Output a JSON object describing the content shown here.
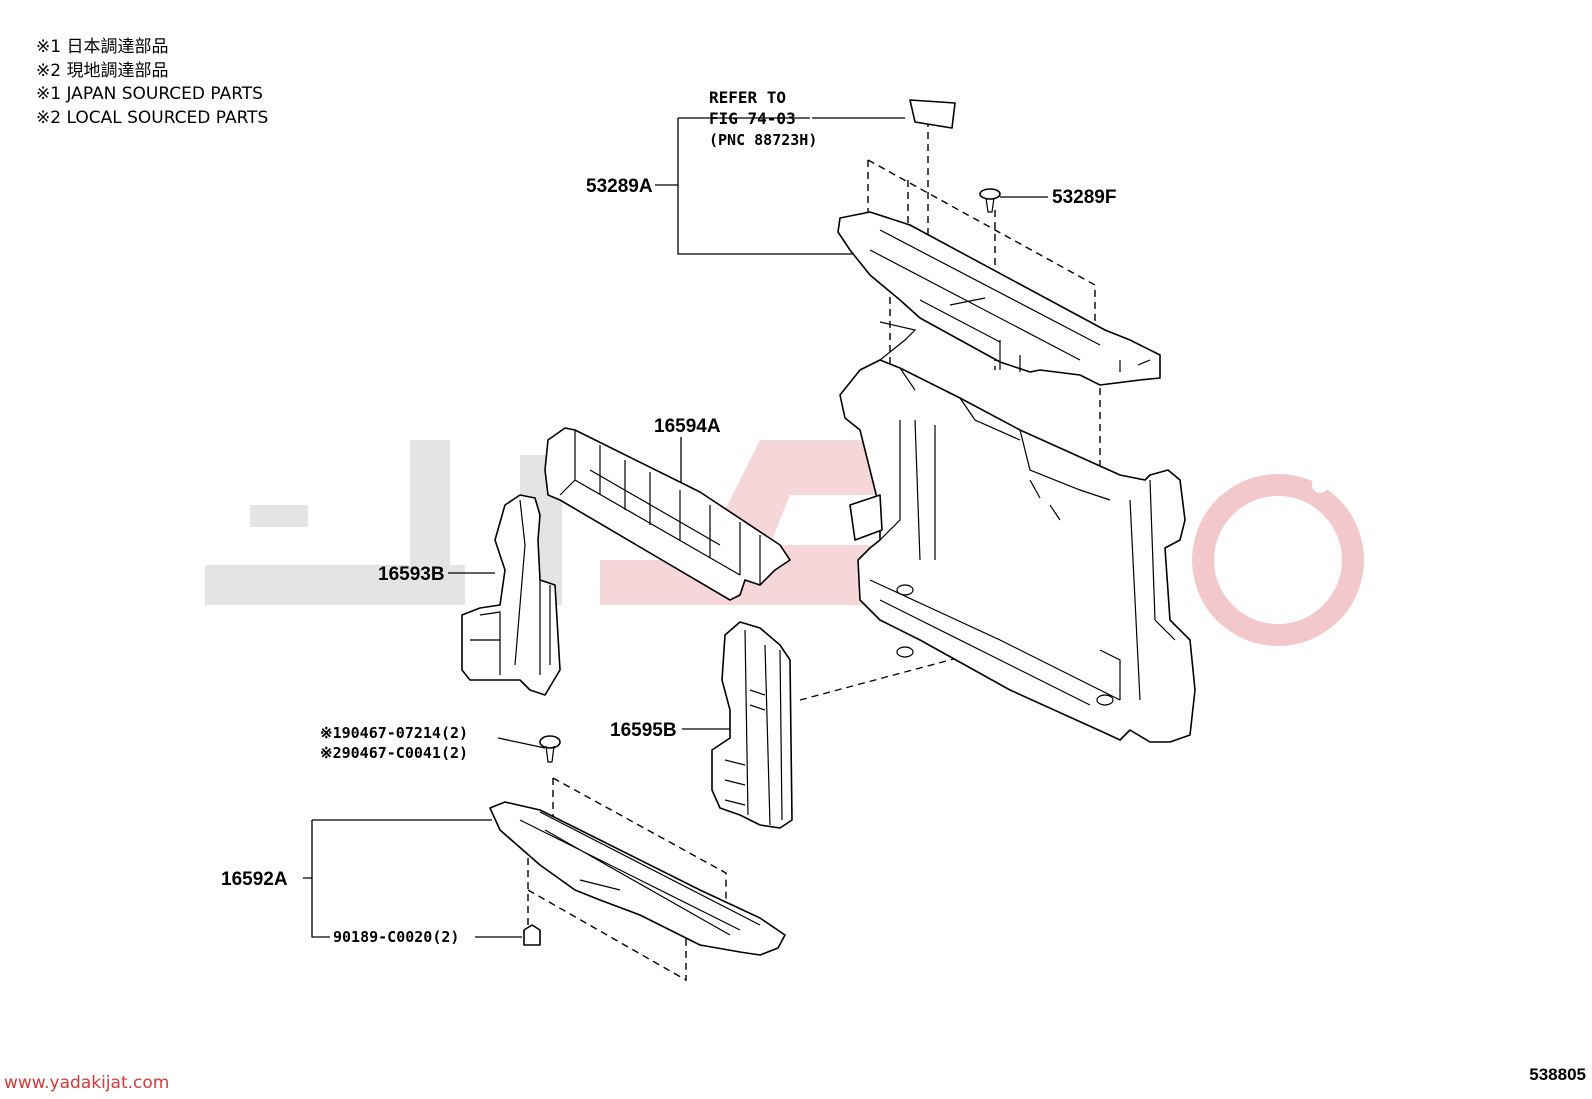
{
  "legend": [
    {
      "mark": "※1",
      "text": "日本調達部品"
    },
    {
      "mark": "※2",
      "text": "現地調達部品"
    },
    {
      "mark": "※1",
      "text": "JAPAN SOURCED PARTS"
    },
    {
      "mark": "※2",
      "text": "LOCAL SOURCED PARTS"
    }
  ],
  "refer": {
    "line1": "REFER TO",
    "line2": "FIG 74-03",
    "line3": "(PNC 88723H)"
  },
  "parts": {
    "p53289A": "53289A",
    "p53289F": "53289F",
    "p16594A": "16594A",
    "p16593B": "16593B",
    "p16595B": "16595B",
    "p16592A": "16592A",
    "clip1": "※190467-07214(2)",
    "clip2": "※290467-C0041(2)",
    "clip3": "90189-C0020(2)"
  },
  "footer": {
    "website": "www.yadakijat.com",
    "figure_number": "538805"
  },
  "colors": {
    "watermark_gray": "#e4e4e4",
    "watermark_pink": "#f6d7d9",
    "website_red": "#d23a3a"
  }
}
